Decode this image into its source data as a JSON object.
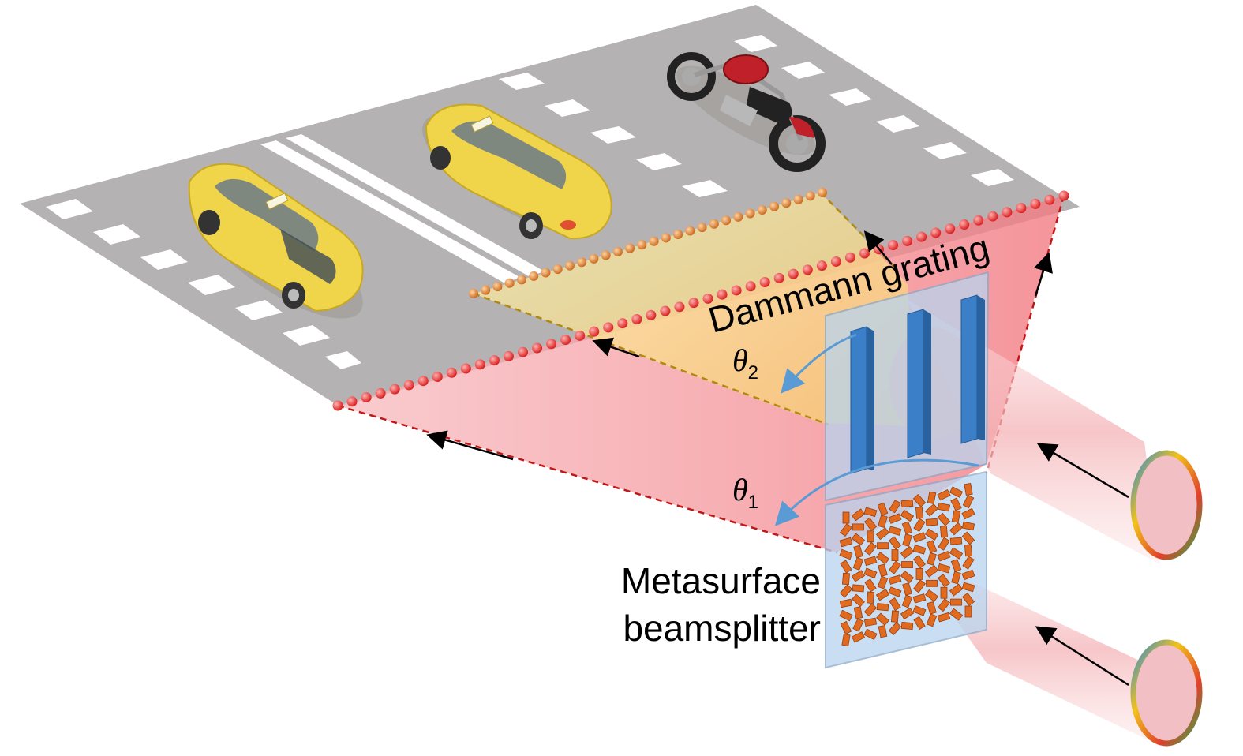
{
  "labels": {
    "grating": "Dammann grating",
    "metasurface_line1": "Metasurface",
    "metasurface_line2": "beamsplitter",
    "theta_symbol": "θ",
    "theta1_sub": "1",
    "theta2_sub": "2"
  },
  "colors": {
    "road": "#b5b2b3",
    "lane_mark": "#ffffff",
    "red_beam": "#f48a8f",
    "red_dot": "#e02020",
    "yellow_beam": "#f4e27a",
    "orange_dot": "#e07a2a",
    "grating_bar": "#3a7fc8",
    "metasurface_pillar": "#e06a20",
    "angle_arrow": "#5b9bd5",
    "taxi": "#f0d44a",
    "motorcycle": "#c0202a"
  }
}
